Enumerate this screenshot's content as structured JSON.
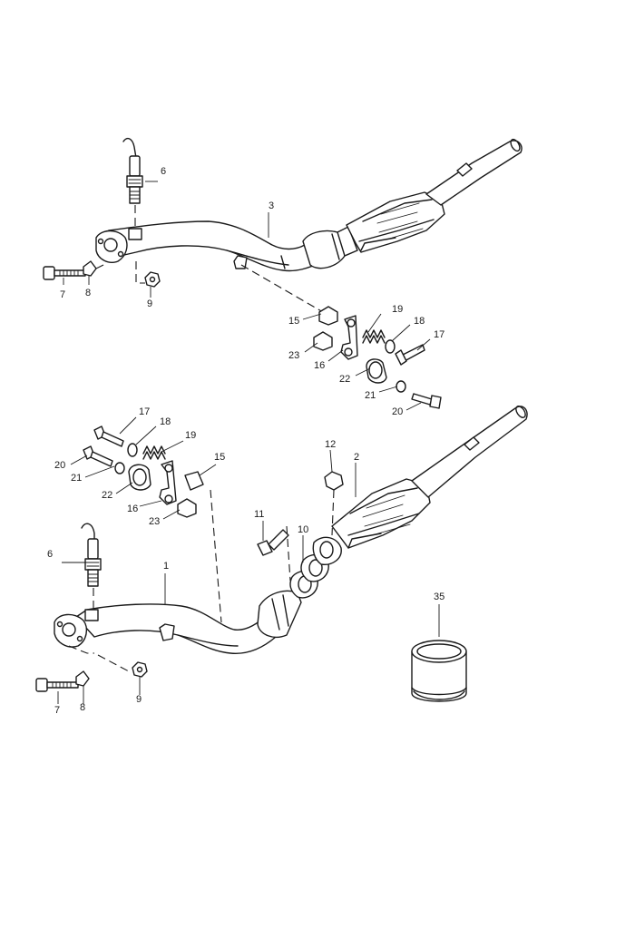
{
  "labels": {
    "top": {
      "sensor": "6",
      "pipe": "3",
      "bolt": "7",
      "nut_a": "8",
      "nut_b": "9",
      "mount_15": "15",
      "mount_19": "19",
      "mount_18": "18",
      "mount_17": "17",
      "mount_23": "23",
      "mount_16": "16",
      "mount_22": "22",
      "mount_21": "21",
      "mount_20": "20"
    },
    "bottom": {
      "mount_17": "17",
      "mount_18": "18",
      "mount_19": "19",
      "mount_20": "20",
      "mount_21": "21",
      "mount_15": "15",
      "mount_22": "22",
      "mount_16": "16",
      "mount_23": "23",
      "clamp_12": "12",
      "cat_2": "2",
      "bolt_11": "11",
      "gasket_10": "10",
      "sensor": "6",
      "pipe": "1",
      "bolt": "7",
      "nut_a": "8",
      "nut_b": "9"
    },
    "sleeve": "35"
  }
}
